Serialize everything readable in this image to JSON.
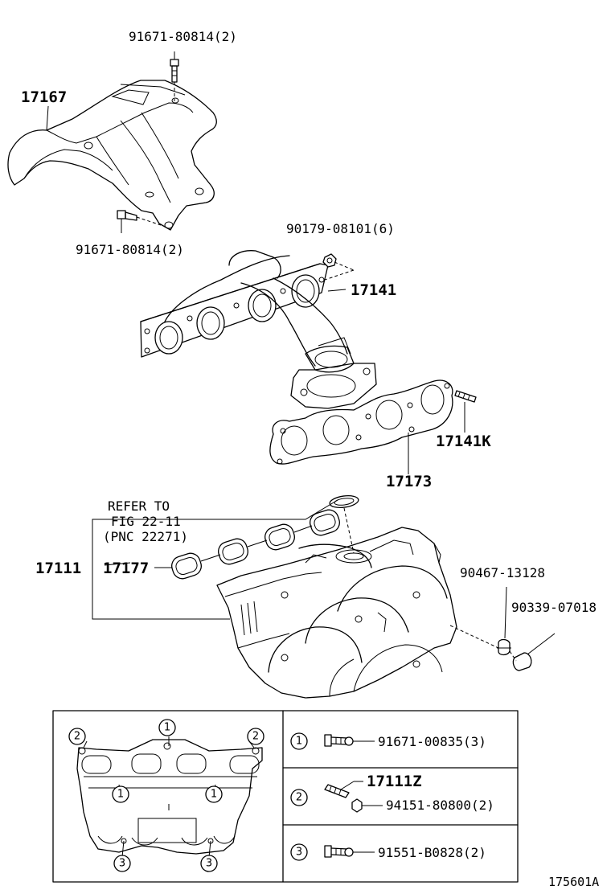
{
  "labels": {
    "heat_insulator": "17167",
    "insulator_bolt_top": "91671-80814(2)",
    "insulator_bolt_bottom": "91671-80814(2)",
    "manifold_nut": "90179-08101(6)",
    "exhaust_manifold": "17141",
    "stud_bolt": "17141K",
    "exhaust_gasket": "17173",
    "refer_line1": "REFER TO",
    "refer_line2": "FIG 22-11",
    "refer_line3": "(PNC 22271)",
    "intake_manifold": "17111",
    "intake_gasket": "17177",
    "clamp": "90467-13128",
    "plug": "90339-07018",
    "figure_id": "175601A"
  },
  "legend": {
    "markers": [
      "1",
      "2",
      "3"
    ],
    "rows": [
      {
        "marker": "1",
        "parts": [
          "91671-00835(3)"
        ]
      },
      {
        "marker": "2",
        "parts": [
          "17111Z",
          "94151-80800(2)"
        ]
      },
      {
        "marker": "3",
        "parts": [
          "91551-B0828(2)"
        ]
      }
    ]
  }
}
